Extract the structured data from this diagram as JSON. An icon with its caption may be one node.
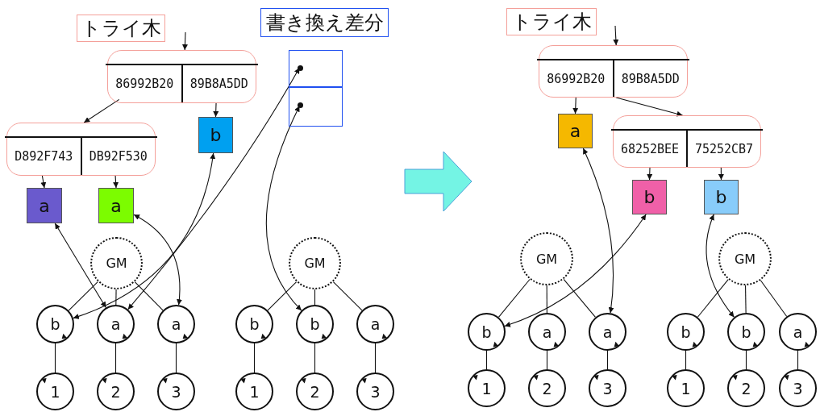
{
  "diagram": {
    "nodes": [
      {
        "text": [
          "トライ木"
        ]
      },
      {
        "text": [
          "86992B20",
          "89B8A5DD"
        ]
      },
      {
        "text": [
          "書き換え差分"
        ]
      },
      {
        "text": [],
        "shape": "box"
      },
      {
        "text": [],
        "shape": "box"
      },
      {
        "text": [
          "D892F743",
          "DB92F530"
        ]
      },
      {
        "text": [
          "b"
        ]
      },
      {
        "text": [
          "a"
        ]
      },
      {
        "text": [
          "a"
        ]
      },
      {
        "text": [
          "GM"
        ]
      },
      {
        "text": [
          "b"
        ]
      },
      {
        "text": [
          "a"
        ]
      },
      {
        "text": [
          "a"
        ]
      },
      {
        "text": [
          "1"
        ]
      },
      {
        "text": [
          "2"
        ]
      },
      {
        "text": [
          "3"
        ]
      },
      {
        "text": [
          "GM"
        ]
      },
      {
        "text": [
          "b"
        ]
      },
      {
        "text": [
          "b"
        ]
      },
      {
        "text": [
          "a"
        ]
      },
      {
        "text": [
          "1"
        ]
      },
      {
        "text": [
          "2"
        ]
      },
      {
        "text": [
          "3"
        ]
      },
      {
        "text": [
          "トライ木"
        ]
      },
      {
        "text": [
          "86992B20",
          "89B8A5DD"
        ]
      },
      {
        "text": [
          "a"
        ]
      },
      {
        "text": [
          "68252BEE",
          "75252CB7"
        ]
      },
      {
        "text": [
          "b"
        ]
      },
      {
        "text": [
          "b"
        ]
      },
      {
        "text": [
          "GM"
        ]
      },
      {
        "text": [
          "b"
        ]
      },
      {
        "text": [
          "a"
        ]
      },
      {
        "text": [
          "a"
        ]
      },
      {
        "text": [
          "1"
        ]
      },
      {
        "text": [
          "2"
        ]
      },
      {
        "text": [
          "3"
        ]
      },
      {
        "text": [
          "GM"
        ]
      },
      {
        "text": [
          "b"
        ]
      },
      {
        "text": [
          "b"
        ]
      },
      {
        "text": [
          "a"
        ]
      },
      {
        "text": [
          "1"
        ]
      },
      {
        "text": [
          "2"
        ]
      },
      {
        "text": [
          "3"
        ]
      }
    ],
    "edges": [
      {
        "from": null,
        "to": 1,
        "arrow": "to"
      },
      {
        "from": 1,
        "to": 5,
        "arrow": "to"
      },
      {
        "from": 1,
        "to": 6,
        "arrow": "to"
      },
      {
        "from": 5,
        "to": 7,
        "arrow": "to"
      },
      {
        "from": 5,
        "to": 8,
        "arrow": "to"
      },
      {
        "from": 7,
        "to": 11,
        "arrow": "both"
      },
      {
        "from": 8,
        "to": 12,
        "arrow": "both"
      },
      {
        "from": 6,
        "to": 10,
        "arrow": "both"
      },
      {
        "from": 3,
        "to": 11,
        "arrow": "both"
      },
      {
        "from": 4,
        "to": 18,
        "arrow": "both"
      },
      {
        "from": 9,
        "to": 10,
        "arrow": "none"
      },
      {
        "from": 9,
        "to": 11,
        "arrow": "none"
      },
      {
        "from": 9,
        "to": 12,
        "arrow": "none"
      },
      {
        "from": 10,
        "to": 13,
        "arrow": "none"
      },
      {
        "from": 11,
        "to": 14,
        "arrow": "none"
      },
      {
        "from": 12,
        "to": 15,
        "arrow": "none"
      },
      {
        "from": 16,
        "to": 17,
        "arrow": "none"
      },
      {
        "from": 16,
        "to": 18,
        "arrow": "none"
      },
      {
        "from": 16,
        "to": 19,
        "arrow": "none"
      },
      {
        "from": 17,
        "to": 20,
        "arrow": "none"
      },
      {
        "from": 18,
        "to": 21,
        "arrow": "none"
      },
      {
        "from": 19,
        "to": 22,
        "arrow": "none"
      },
      {
        "from": null,
        "to": 24,
        "arrow": "to"
      },
      {
        "from": 24,
        "to": 25,
        "arrow": "to"
      },
      {
        "from": 24,
        "to": 26,
        "arrow": "to"
      },
      {
        "from": 26,
        "to": 27,
        "arrow": "to"
      },
      {
        "from": 26,
        "to": 28,
        "arrow": "to"
      },
      {
        "from": 25,
        "to": 32,
        "arrow": "both"
      },
      {
        "from": 27,
        "to": 30,
        "arrow": "both"
      },
      {
        "from": 28,
        "to": 38,
        "arrow": "both"
      },
      {
        "from": 29,
        "to": 30,
        "arrow": "none"
      },
      {
        "from": 29,
        "to": 31,
        "arrow": "none"
      },
      {
        "from": 29,
        "to": 32,
        "arrow": "none"
      },
      {
        "from": 30,
        "to": 33,
        "arrow": "none"
      },
      {
        "from": 31,
        "to": 34,
        "arrow": "none"
      },
      {
        "from": 32,
        "to": 35,
        "arrow": "none"
      },
      {
        "from": 36,
        "to": 37,
        "arrow": "none"
      },
      {
        "from": 36,
        "to": 38,
        "arrow": "none"
      },
      {
        "from": 36,
        "to": 39,
        "arrow": "none"
      },
      {
        "from": 37,
        "to": 40,
        "arrow": "none"
      },
      {
        "from": 38,
        "to": 41,
        "arrow": "none"
      },
      {
        "from": 39,
        "to": 42,
        "arrow": "none"
      }
    ]
  }
}
